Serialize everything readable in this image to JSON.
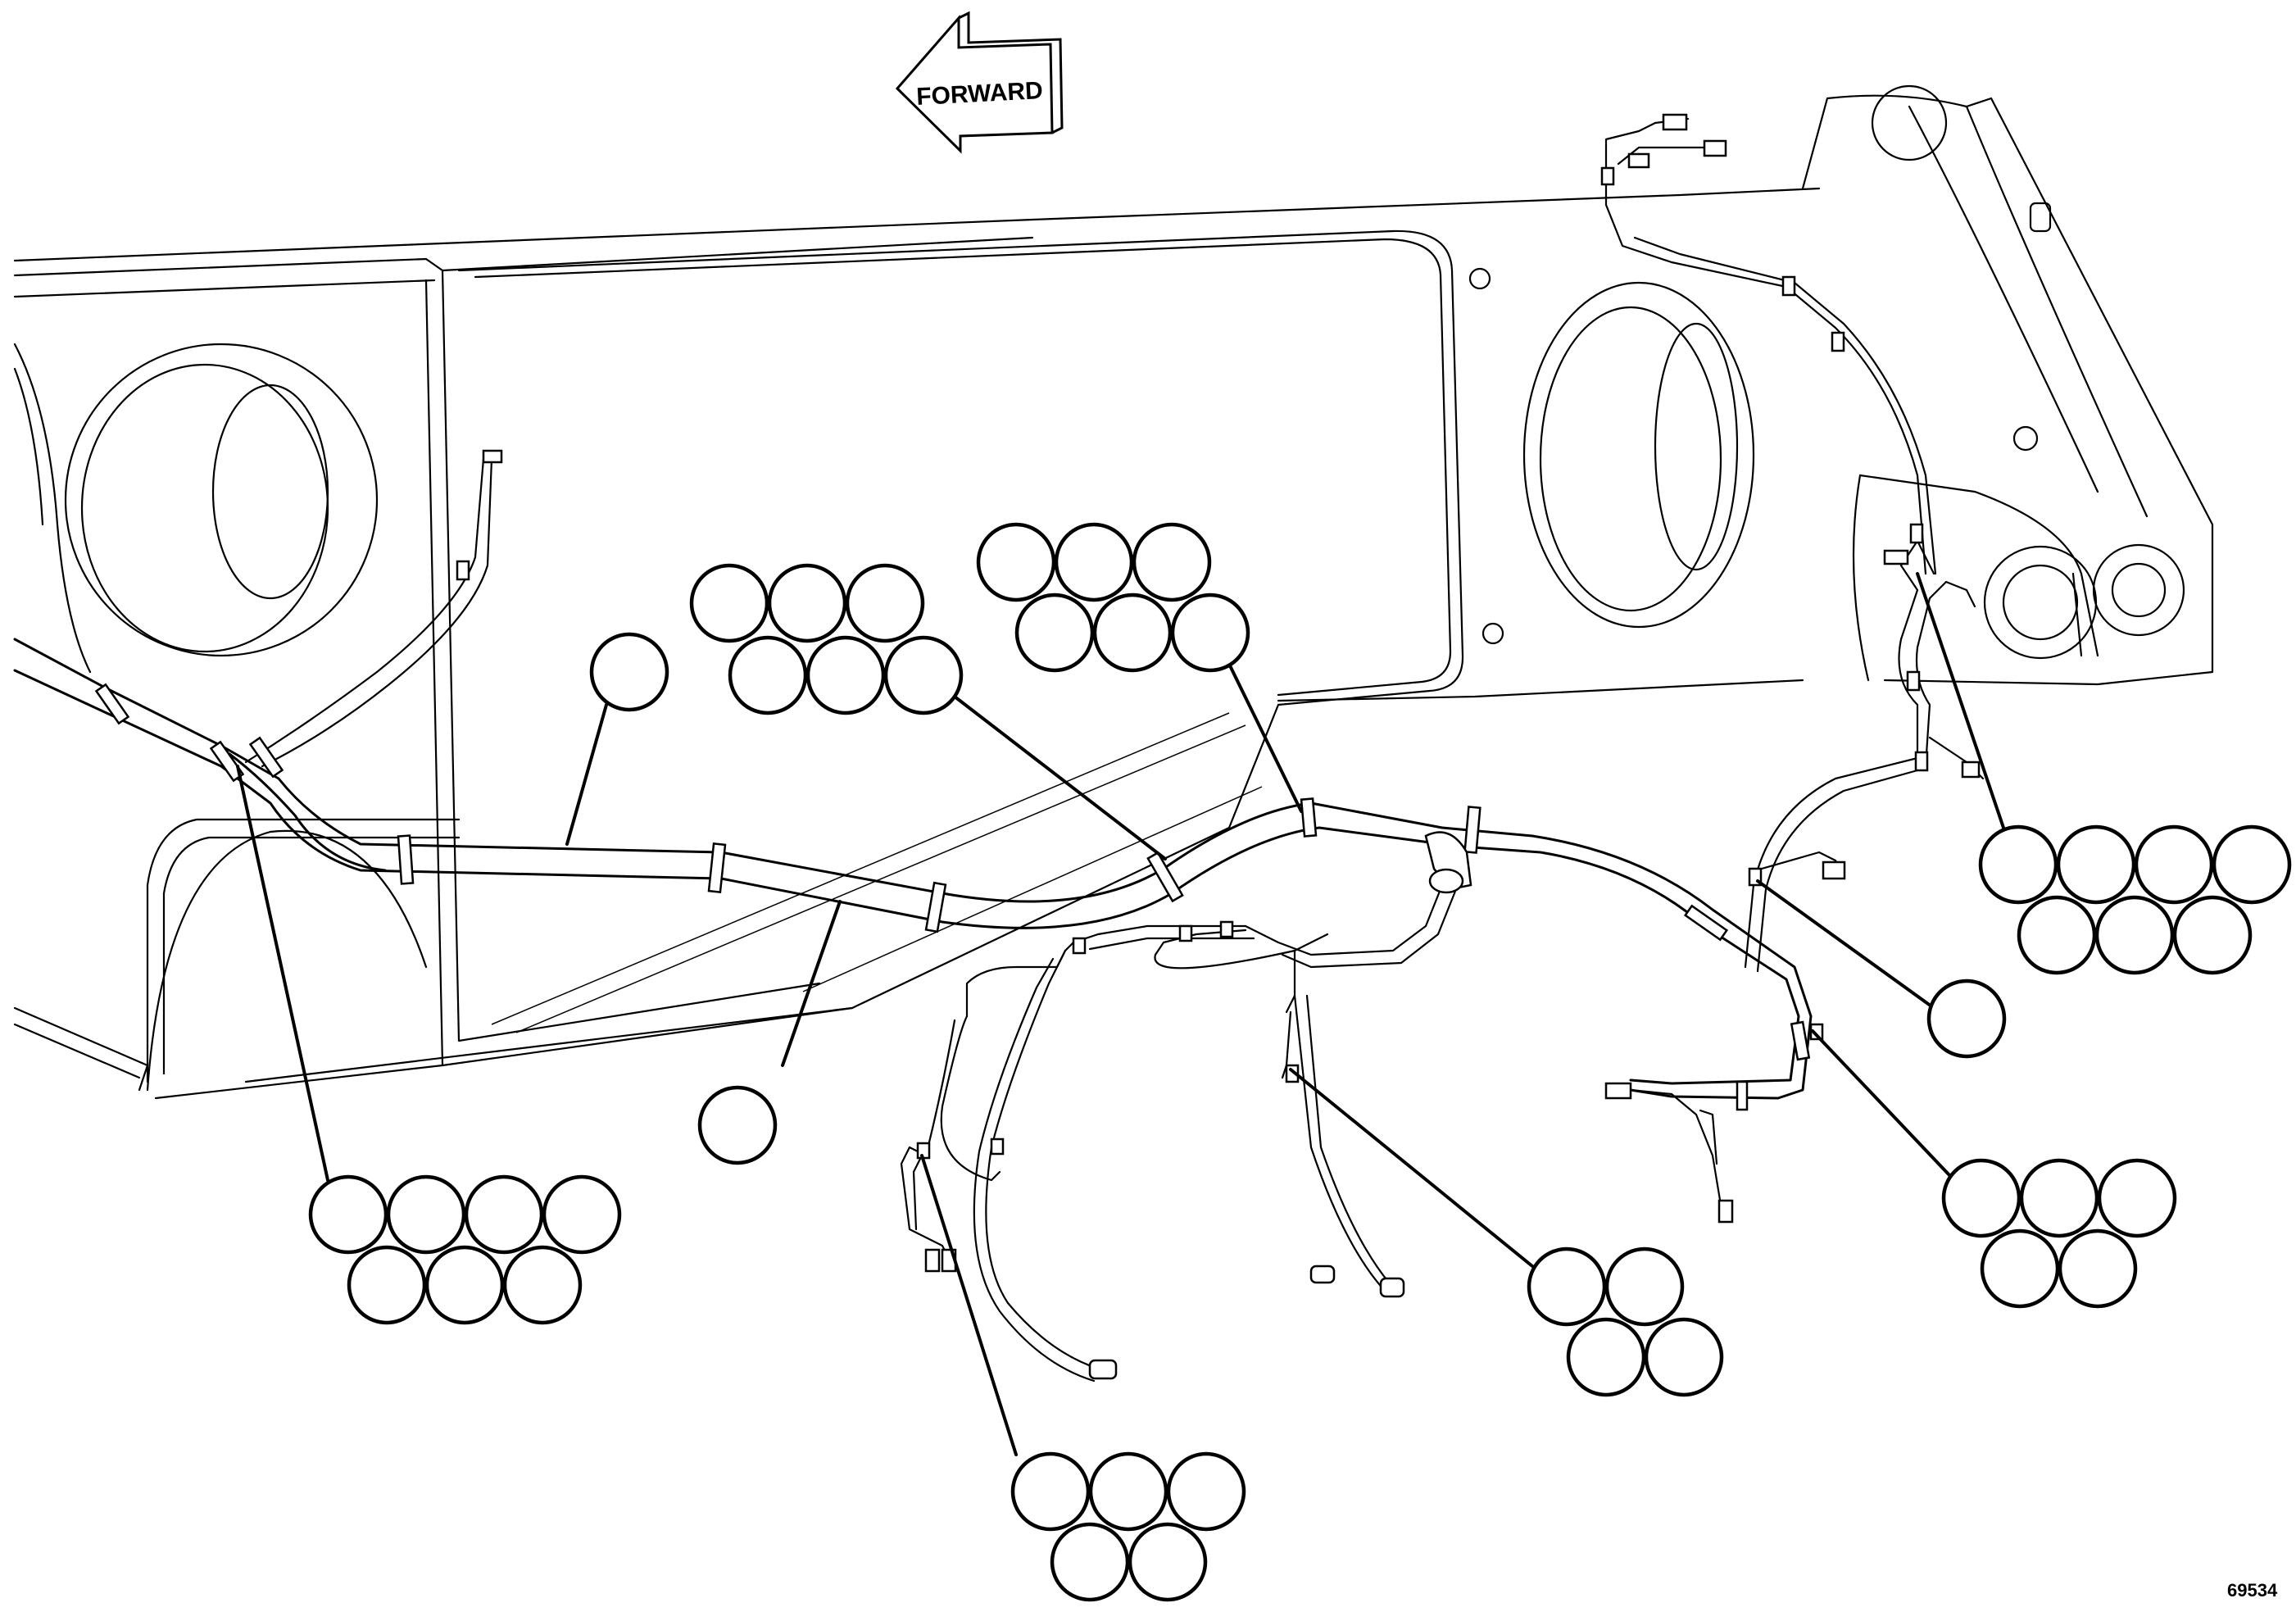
{
  "figure": {
    "direction_label": "FORWARD",
    "figure_number": "69534"
  },
  "callout_groups": [
    {
      "id": "harness-upper",
      "count": 1
    },
    {
      "id": "harness-lower",
      "count": 1
    },
    {
      "id": "left-clip",
      "count": 7
    },
    {
      "id": "center-left-clip",
      "count": 6
    },
    {
      "id": "center-clip",
      "count": 6
    },
    {
      "id": "lower-left-branch",
      "count": 5
    },
    {
      "id": "lower-center-branch",
      "count": 4
    },
    {
      "id": "right-lower-branch",
      "count": 5
    },
    {
      "id": "right-branch-clip",
      "count": 1
    },
    {
      "id": "right-upper-clip",
      "count": 7
    }
  ]
}
